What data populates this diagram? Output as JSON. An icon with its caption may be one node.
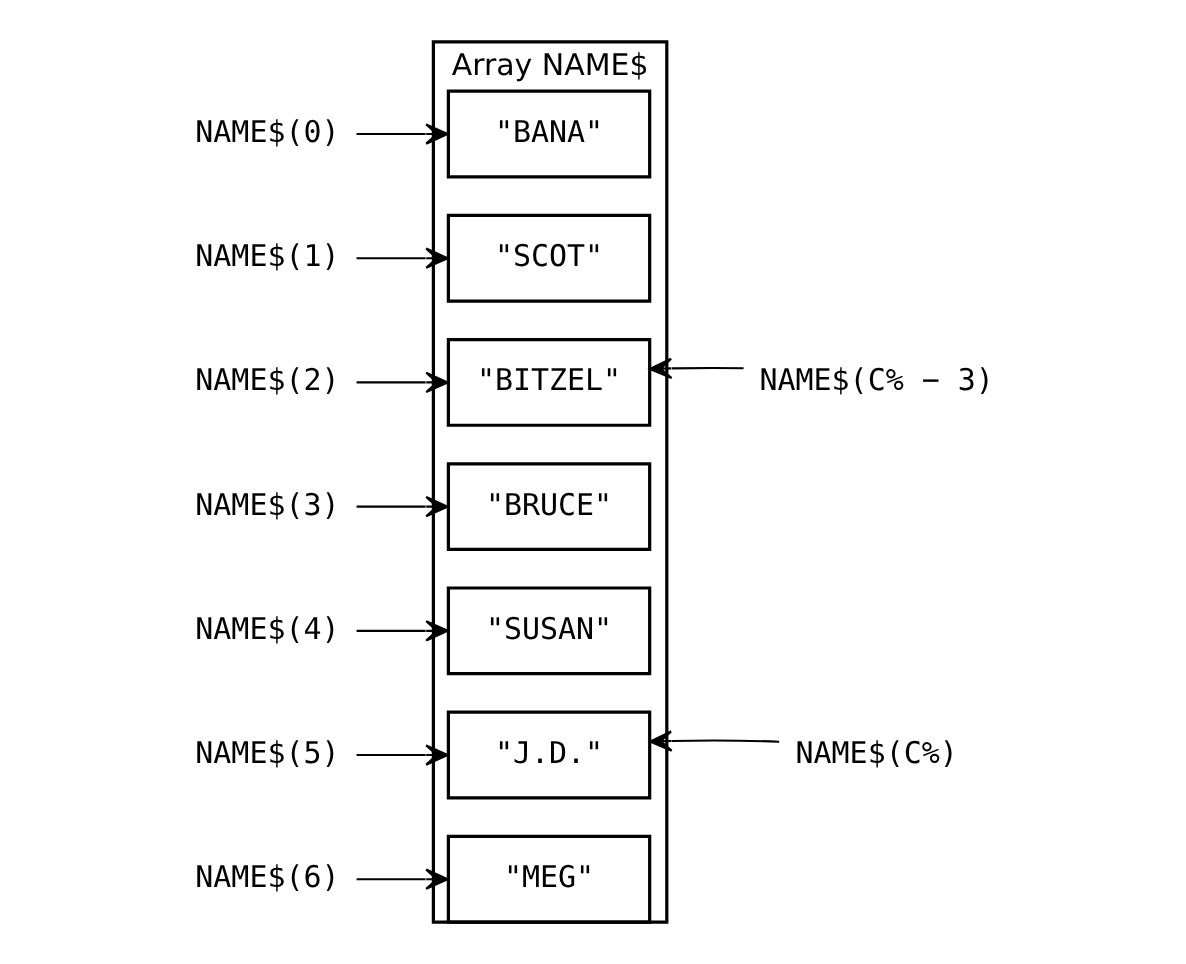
{
  "diagram": {
    "nodes": [
      {
        "text": [
          "Array NAME$"
        ]
      },
      {
        "text": [
          "\"BANA\""
        ],
        "in": 0
      },
      {
        "text": [
          "\"SCOT\""
        ],
        "in": 0
      },
      {
        "text": [
          "\"BITZEL\""
        ],
        "in": 0
      },
      {
        "text": [
          "\"BRUCE\""
        ],
        "in": 0
      },
      {
        "text": [
          "\"SUSAN\""
        ],
        "in": 0
      },
      {
        "text": [
          "\"J.D.\""
        ],
        "in": 0
      },
      {
        "text": [
          "\"MEG\""
        ],
        "in": 0
      },
      {
        "text": [
          "NAME$(0)"
        ]
      },
      {
        "text": [
          "NAME$(1)"
        ]
      },
      {
        "text": [
          "NAME$(2)"
        ]
      },
      {
        "text": [
          "NAME$(3)"
        ]
      },
      {
        "text": [
          "NAME$(4)"
        ]
      },
      {
        "text": [
          "NAME$(5)"
        ]
      },
      {
        "text": [
          "NAME$(6)"
        ]
      },
      {
        "text": [
          "NAME$(C% − 3)"
        ]
      },
      {
        "text": [
          "NAME$(C%)"
        ]
      }
    ],
    "edges": [
      {
        "from": 8,
        "to": 1,
        "arrow": "to"
      },
      {
        "from": 9,
        "to": 2,
        "arrow": "to"
      },
      {
        "from": 10,
        "to": 3,
        "arrow": "to"
      },
      {
        "from": 11,
        "to": 4,
        "arrow": "to"
      },
      {
        "from": 12,
        "to": 5,
        "arrow": "to"
      },
      {
        "from": 13,
        "to": 6,
        "arrow": "to"
      },
      {
        "from": 14,
        "to": 7,
        "arrow": "to"
      },
      {
        "from": 15,
        "to": 3,
        "arrow": "to"
      },
      {
        "from": 16,
        "to": 6,
        "arrow": "to"
      }
    ]
  }
}
